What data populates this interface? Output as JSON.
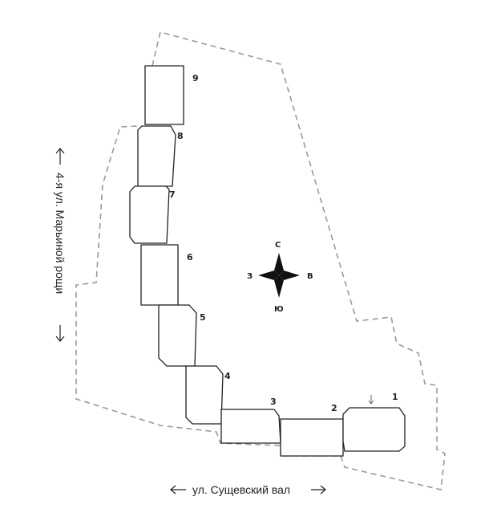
{
  "streets": {
    "south": "ул. Сущевский вал",
    "west": "4-я ул. Марьиной рощи"
  },
  "compass": {
    "north": "С",
    "east": "В",
    "south": "Ю",
    "west": "З"
  },
  "buildings": [
    "1",
    "2",
    "3",
    "4",
    "5",
    "6",
    "7",
    "8",
    "9"
  ],
  "colors": {
    "line": "#222222",
    "boundary": "#9a9a9a",
    "background": "#ffffff"
  }
}
